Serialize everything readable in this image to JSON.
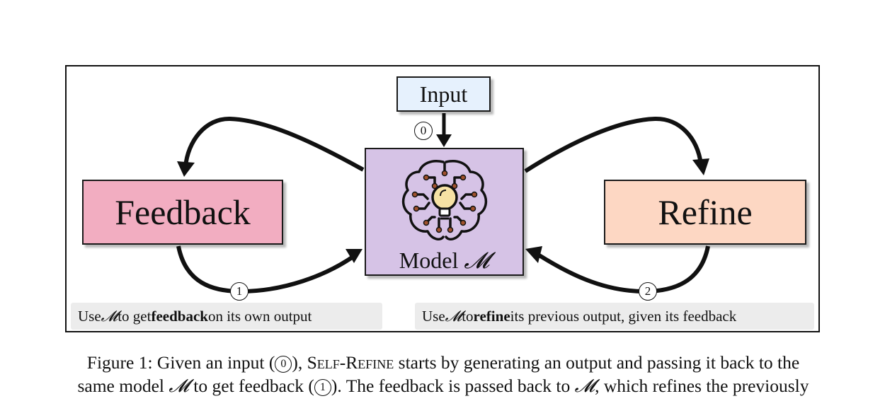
{
  "diagram": {
    "input_label": "Input",
    "feedback_label": "Feedback",
    "refine_label": "Refine",
    "model_label_text": "Model",
    "model_symbol": "𝓜",
    "step_0": "0",
    "step_1": "1",
    "step_2": "2",
    "feedback_note": {
      "pre": "Use ",
      "symbol": "𝓜",
      "mid": " to get ",
      "bold": "feedback",
      "post": " on its own output"
    },
    "refine_note": {
      "pre": "Use ",
      "symbol": "𝓜",
      "mid": " to ",
      "bold": "refine",
      "post": " its previous output, given its feedback"
    },
    "colors": {
      "input": "#e6f1fd",
      "model": "#d6c3e6",
      "feedback": "#f2adc1",
      "refine": "#fdd7c3",
      "bulb": "#f6e2a4"
    }
  },
  "caption": {
    "line1_a": "Figure 1: Given an input (",
    "line1_step": "0",
    "line1_b": "), ",
    "line1_method": "Self-Refine",
    "line1_c": " starts by generating an output and passing it back to the",
    "line2_a": "same model ",
    "line2_symbol": "𝓜",
    "line2_b": " to get feedback (",
    "line2_step": "1",
    "line2_c": "). The feedback is passed back to ",
    "line2_symbol2": "𝓜",
    "line2_d": ", which refines the previously"
  }
}
